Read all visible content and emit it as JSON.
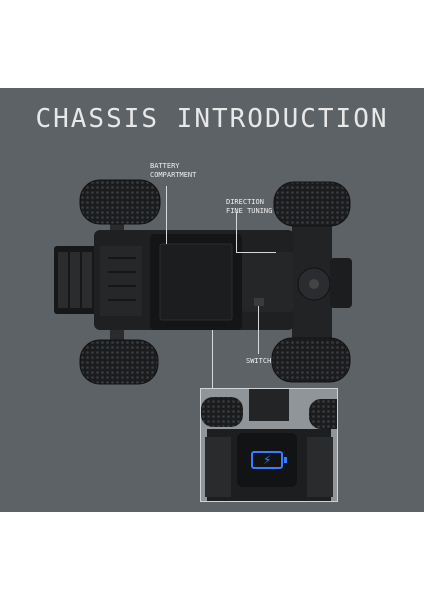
{
  "heading": {
    "title": "CHASSIS INTRODUCTION"
  },
  "callouts": {
    "battery": "BATTERY\nCOMPARTMENT",
    "direction": "DIRECTION\nFINE TUNING",
    "switch": "SWITCH"
  },
  "icons": {
    "charge_indicator": "battery-charging-icon"
  },
  "colors": {
    "panel_bg": "#5d6266",
    "text": "#eeeeee",
    "charge_blue": "#3a7bff"
  }
}
